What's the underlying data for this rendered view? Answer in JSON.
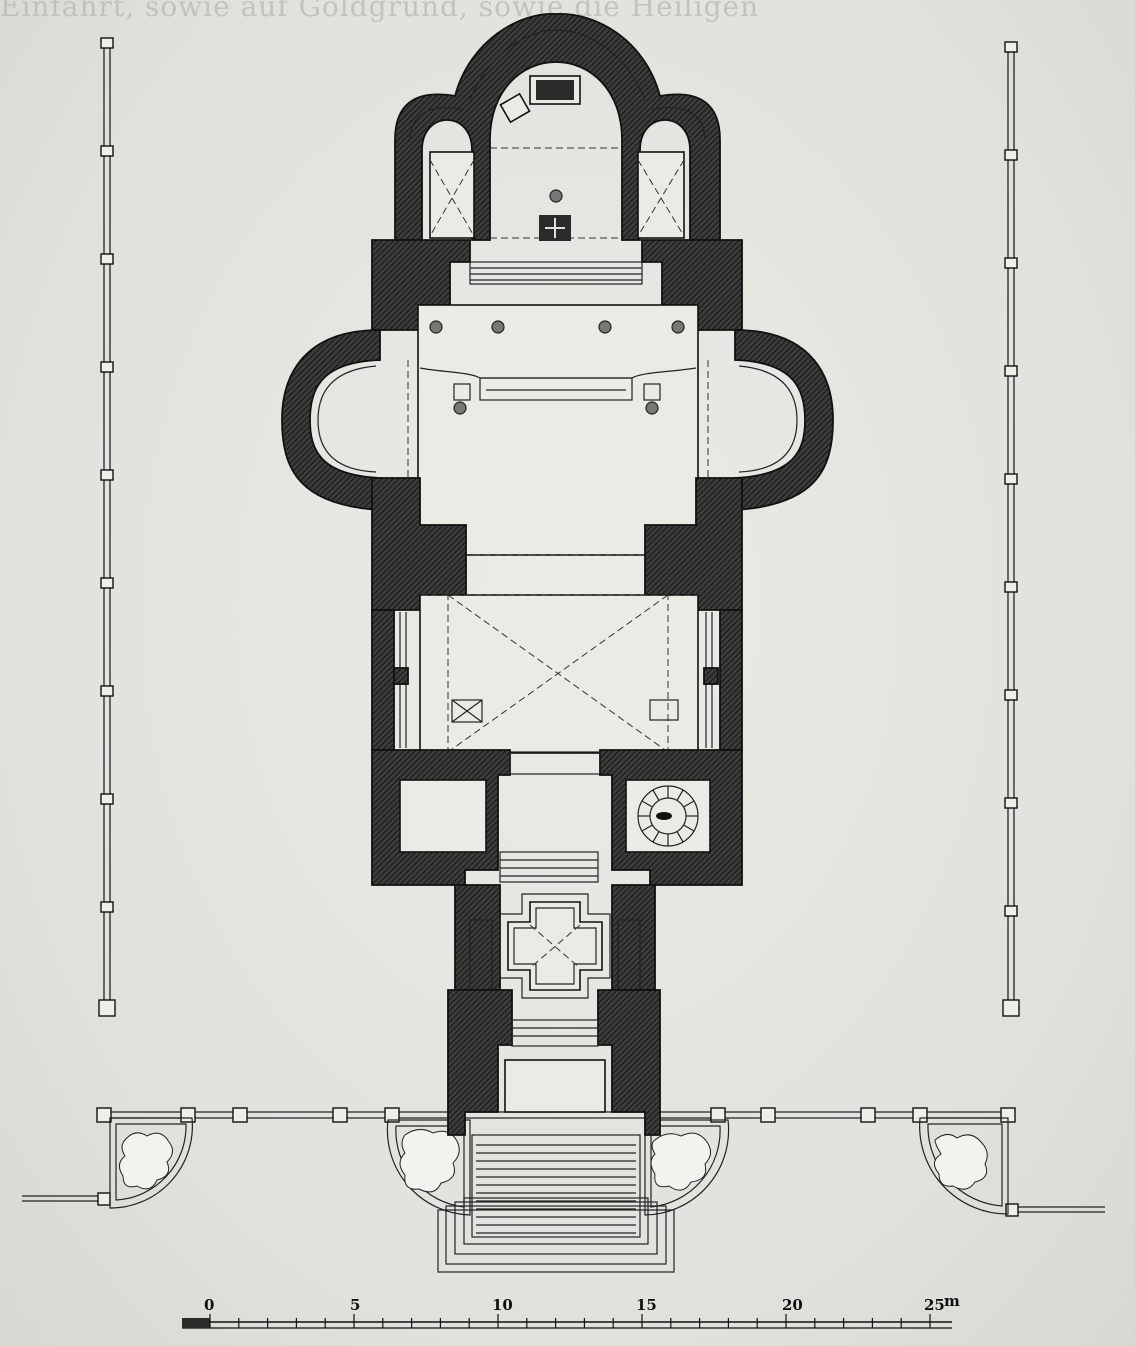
{
  "header": {
    "running_text": "Einfahrt, sowie auf Goldgrund, sowie die Heiligen"
  },
  "scale_bar": {
    "ticks": [
      "0",
      "5",
      "10",
      "15",
      "20",
      "25"
    ],
    "unit": "m"
  },
  "colors": {
    "paper": "#e4e4e0",
    "ink": "#1a1a1a",
    "wall_fill": "#2e2e2e"
  }
}
